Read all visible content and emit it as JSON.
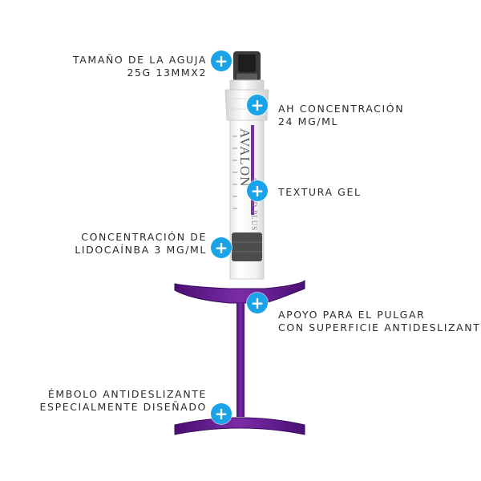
{
  "hotspots": [
    {
      "id": "needle",
      "lines": [
        "TAMAÑO DE LA AGUJA",
        "25G 13MMX2"
      ]
    },
    {
      "id": "ah",
      "lines": [
        "AH CONCENTRACIÓN",
        "24 MG/ML"
      ]
    },
    {
      "id": "texture",
      "lines": [
        "TEXTURA GEL"
      ]
    },
    {
      "id": "lidocaine",
      "lines": [
        "CONCENTRACIÓN DE",
        "LIDOCAÍNBA 3 MG/ML"
      ]
    },
    {
      "id": "thumb",
      "lines": [
        "APOYO PARA EL PULGAR",
        "CON SUPERFICIE ANTIDESLIZANTE"
      ]
    },
    {
      "id": "plunger",
      "lines": [
        "ÉMBOLO ANTIDESLIZANTE",
        "ESPECIALMENTE DISEÑADO"
      ]
    }
  ],
  "plus_symbol": "+",
  "barrel_text": {
    "brand": "AVALON",
    "product": "GRAND PLUS"
  },
  "colors": {
    "accent": "#1aa3e8",
    "plunger": "#6a1b9a",
    "background": "#ffffff"
  }
}
